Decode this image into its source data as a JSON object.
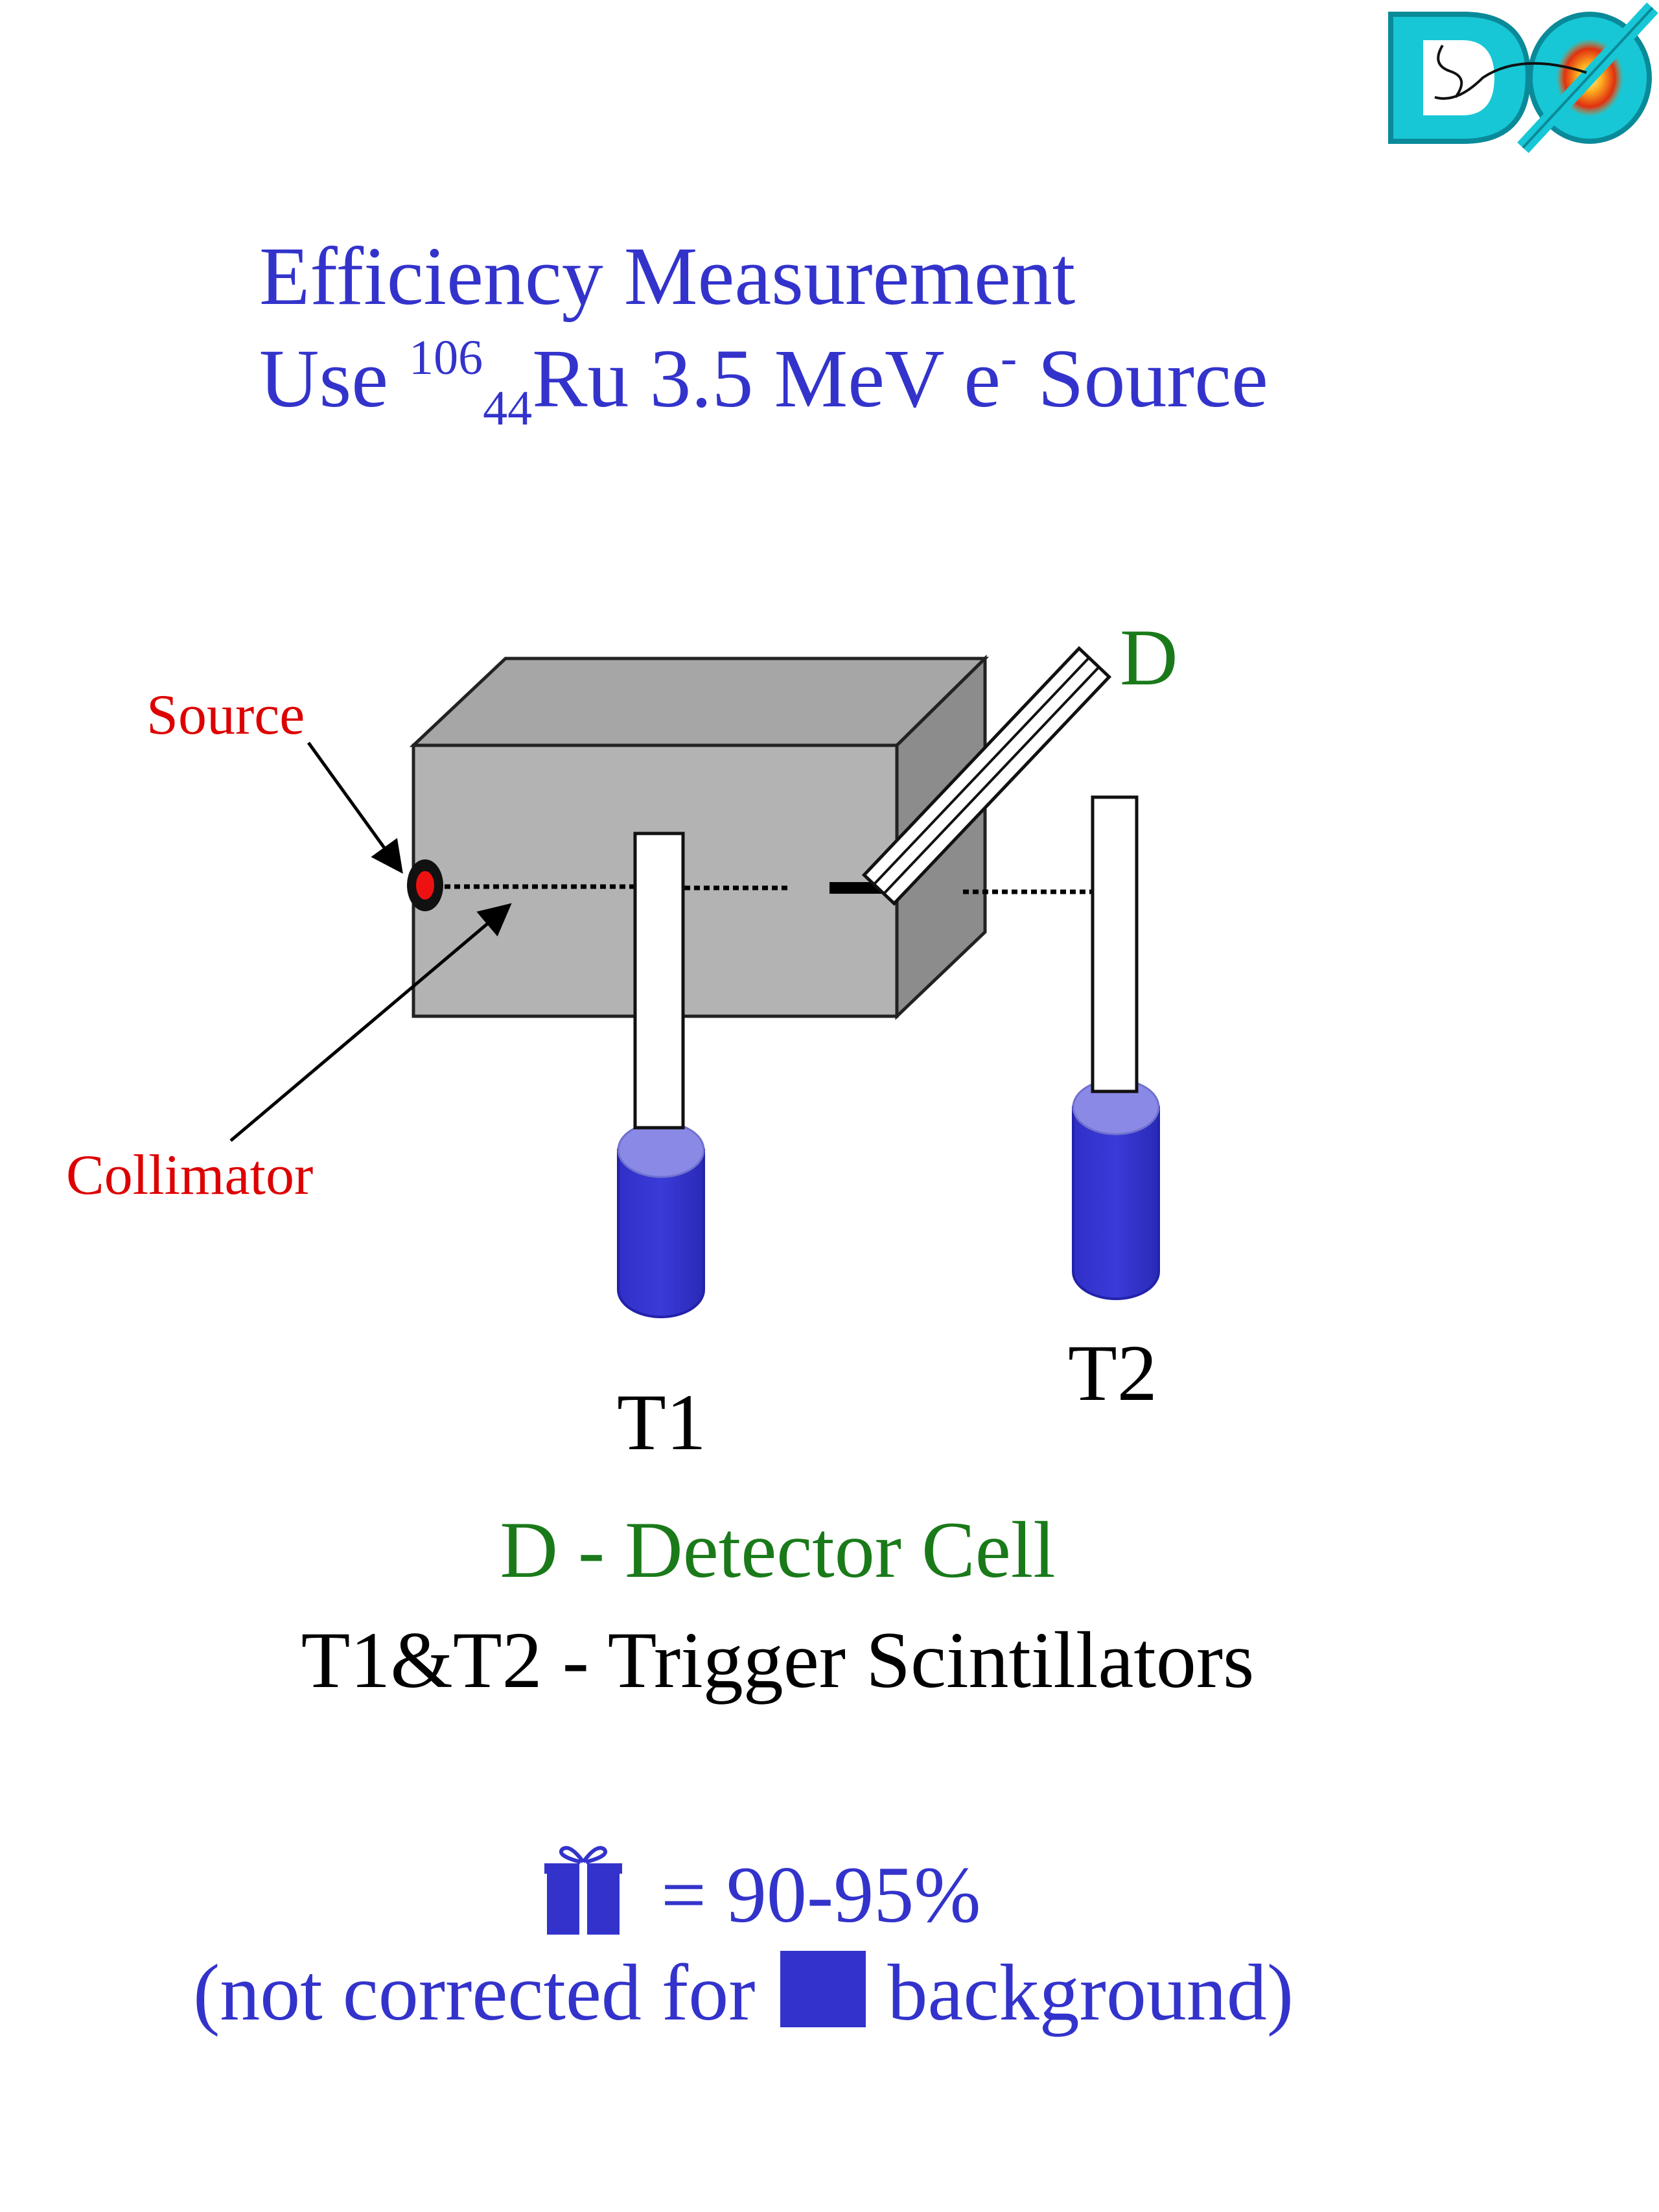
{
  "title": {
    "line1": "Efficiency Measurement",
    "line2_prefix": "Use ",
    "mass_number": "106",
    "atomic_number": "44",
    "line2_element": "Ru 3.5 MeV e",
    "line2_charge": "-",
    "line2_suffix": " Source"
  },
  "diagram": {
    "source_label": "Source",
    "collimator_label": "Collimator",
    "detector_label": "D",
    "trigger1_label": "T1",
    "trigger2_label": "T2"
  },
  "legend": {
    "detector": "D - Detector Cell",
    "triggers": "T1&T2 - Trigger Scintillators"
  },
  "result": {
    "efficiency": "= 90-95%",
    "note_prefix": "(not corrected for",
    "note_suffix": "background)"
  },
  "colors": {
    "title": "#3333cc",
    "label_red": "#dd0000",
    "detector_green": "#1a7a1a",
    "box_front": "#b3b3b3",
    "box_top": "#a6a6a6",
    "box_side": "#8c8c8c",
    "pmt_blue": "#3333cc"
  },
  "icons": {
    "logo": "dzero-logo",
    "efficiency_symbol": "gift-box-icon",
    "background_symbol": "filled-square-icon"
  }
}
